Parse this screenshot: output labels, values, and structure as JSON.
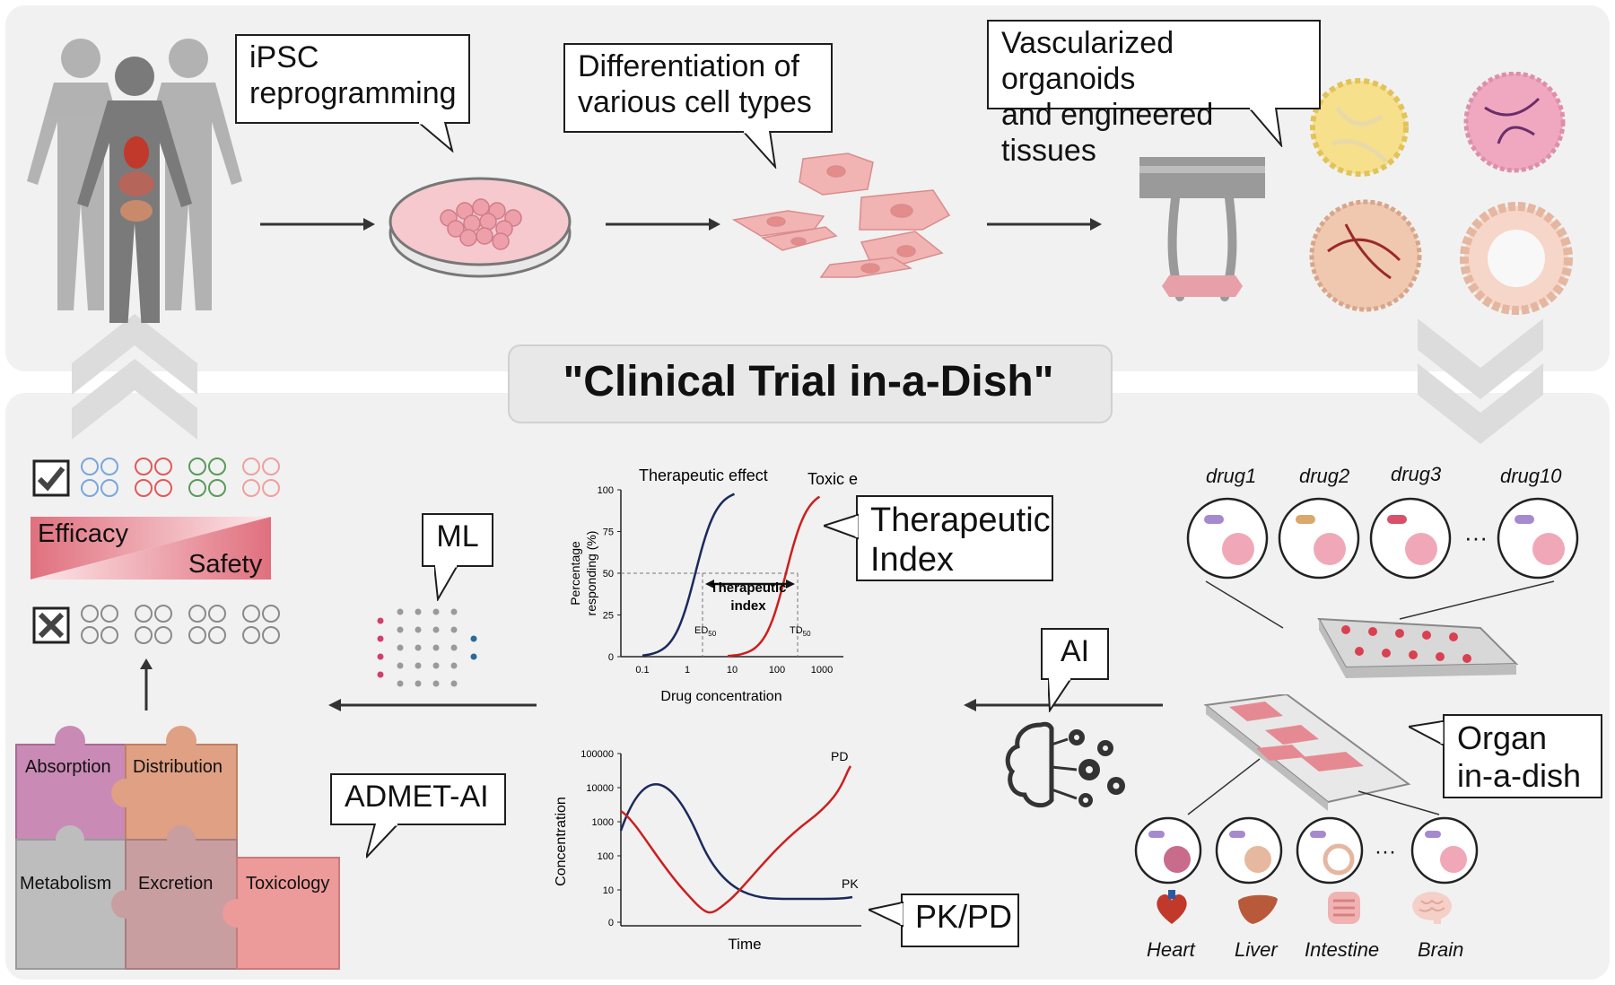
{
  "title": "\"Clinical Trial in-a-Dish\"",
  "callouts": {
    "ipsc": "iPSC\nreprogramming",
    "differentiation": "Differentiation of\nvarious cell types",
    "organoids": "Vascularized organoids\nand engineered tissues",
    "ml": "ML",
    "ai": "AI",
    "admet": "ADMET-AI",
    "ti": "Therapeutic\nIndex",
    "pkpd": "PK/PD",
    "organ": "Organ\nin-a-dish"
  },
  "efficacy": {
    "efficacy": "Efficacy",
    "safety": "Safety"
  },
  "admet_pieces": {
    "absorption": "Absorption",
    "distribution": "Distribution",
    "metabolism": "Metabolism",
    "excretion": "Excretion",
    "toxicology": "Toxicology"
  },
  "drugs": [
    "drug1",
    "drug2",
    "drug3",
    "drug10"
  ],
  "organs": [
    "Heart",
    "Liver",
    "Intestine",
    "Brain"
  ],
  "ellipsis": "···",
  "ti_chart": {
    "therapeutic_label": "Therapeutic effect",
    "toxic_label": "Toxic effect",
    "ylabel_1": "Percentage",
    "ylabel_2": "responding (%)",
    "xlabel": "Drug concentration",
    "y_ticks": [
      "100",
      "75",
      "50",
      "25",
      "0"
    ],
    "x_ticks": [
      "0.1",
      "1",
      "10",
      "100",
      "1000"
    ],
    "index_1": "Therapeutic",
    "index_2": "index",
    "ed50": "ED",
    "td50": "TD",
    "sub50": "50"
  },
  "pk_chart": {
    "ylabel": "Concentration",
    "xlabel": "Time",
    "y_ticks": [
      "100000",
      "10000",
      "1000",
      "100",
      "10",
      "0"
    ],
    "pd_label": "PD",
    "pk_label": "PK"
  },
  "colors": {
    "panel_bg": "#f1f1f1",
    "therapeutic_curve": "#1b2a5c",
    "toxic_curve": "#cc1f1f",
    "pink_cells": "#f2b3b3",
    "chevron": "#d9d9d9"
  }
}
